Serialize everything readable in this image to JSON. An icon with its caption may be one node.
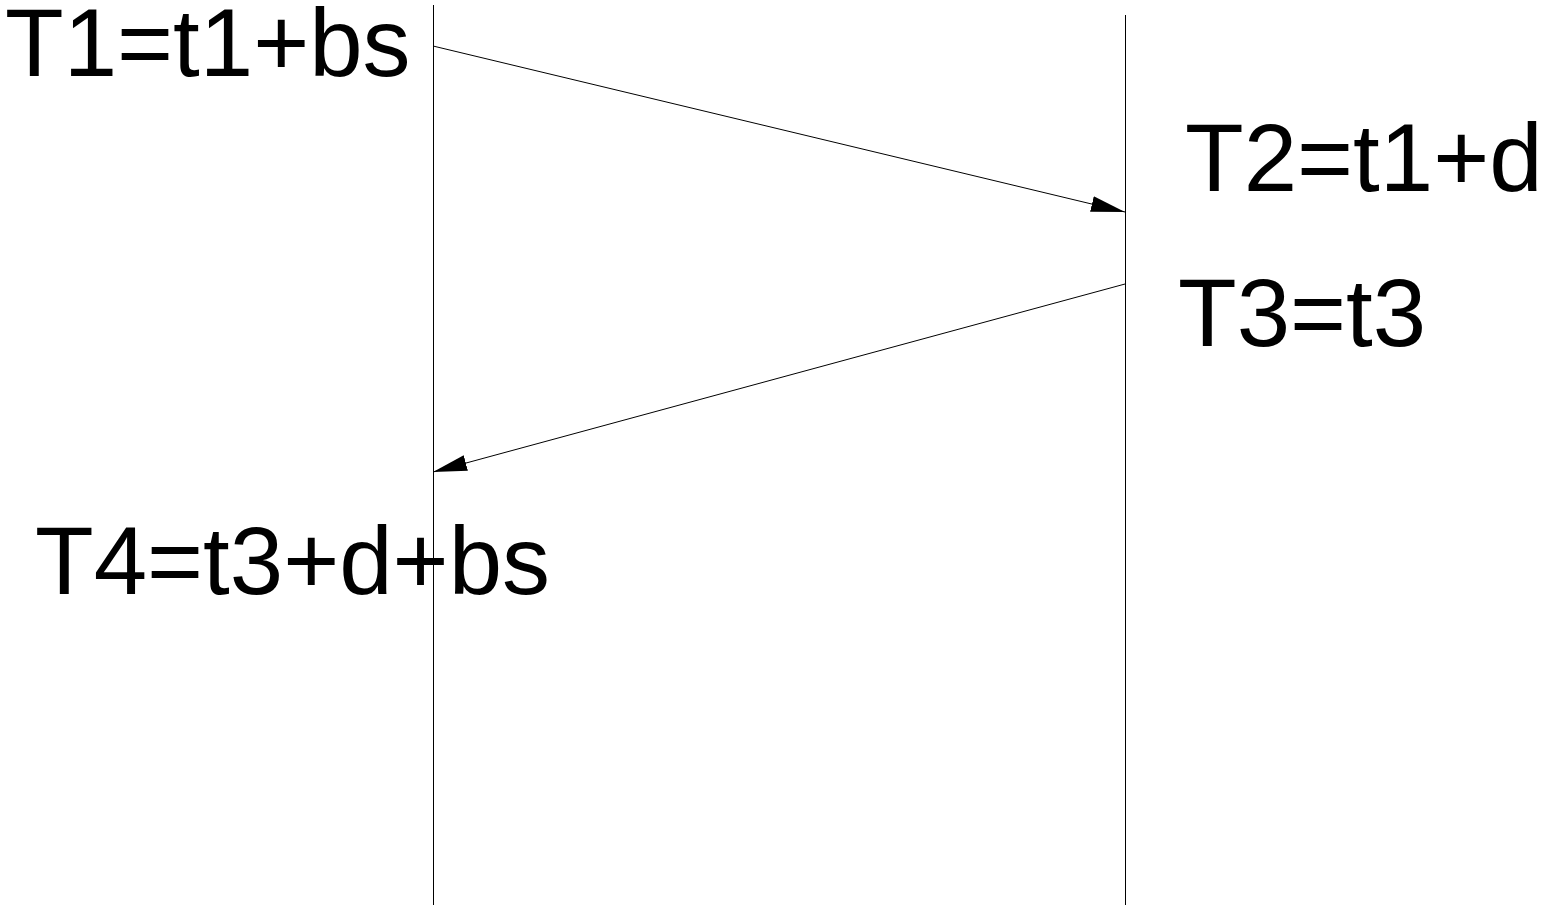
{
  "diagram": {
    "nodes": [
      {
        "text": [],
        "shape": "bar"
      },
      {
        "text": [],
        "shape": "bar"
      }
    ],
    "edges": [
      {
        "from": 0,
        "to": 1,
        "arrow": "to"
      },
      {
        "from": 1,
        "to": 0,
        "arrow": "to"
      }
    ],
    "labels": [
      "T1=t1+bs",
      "T2=t1+d",
      "T3=t3",
      "T4=t3+d+bs"
    ]
  }
}
